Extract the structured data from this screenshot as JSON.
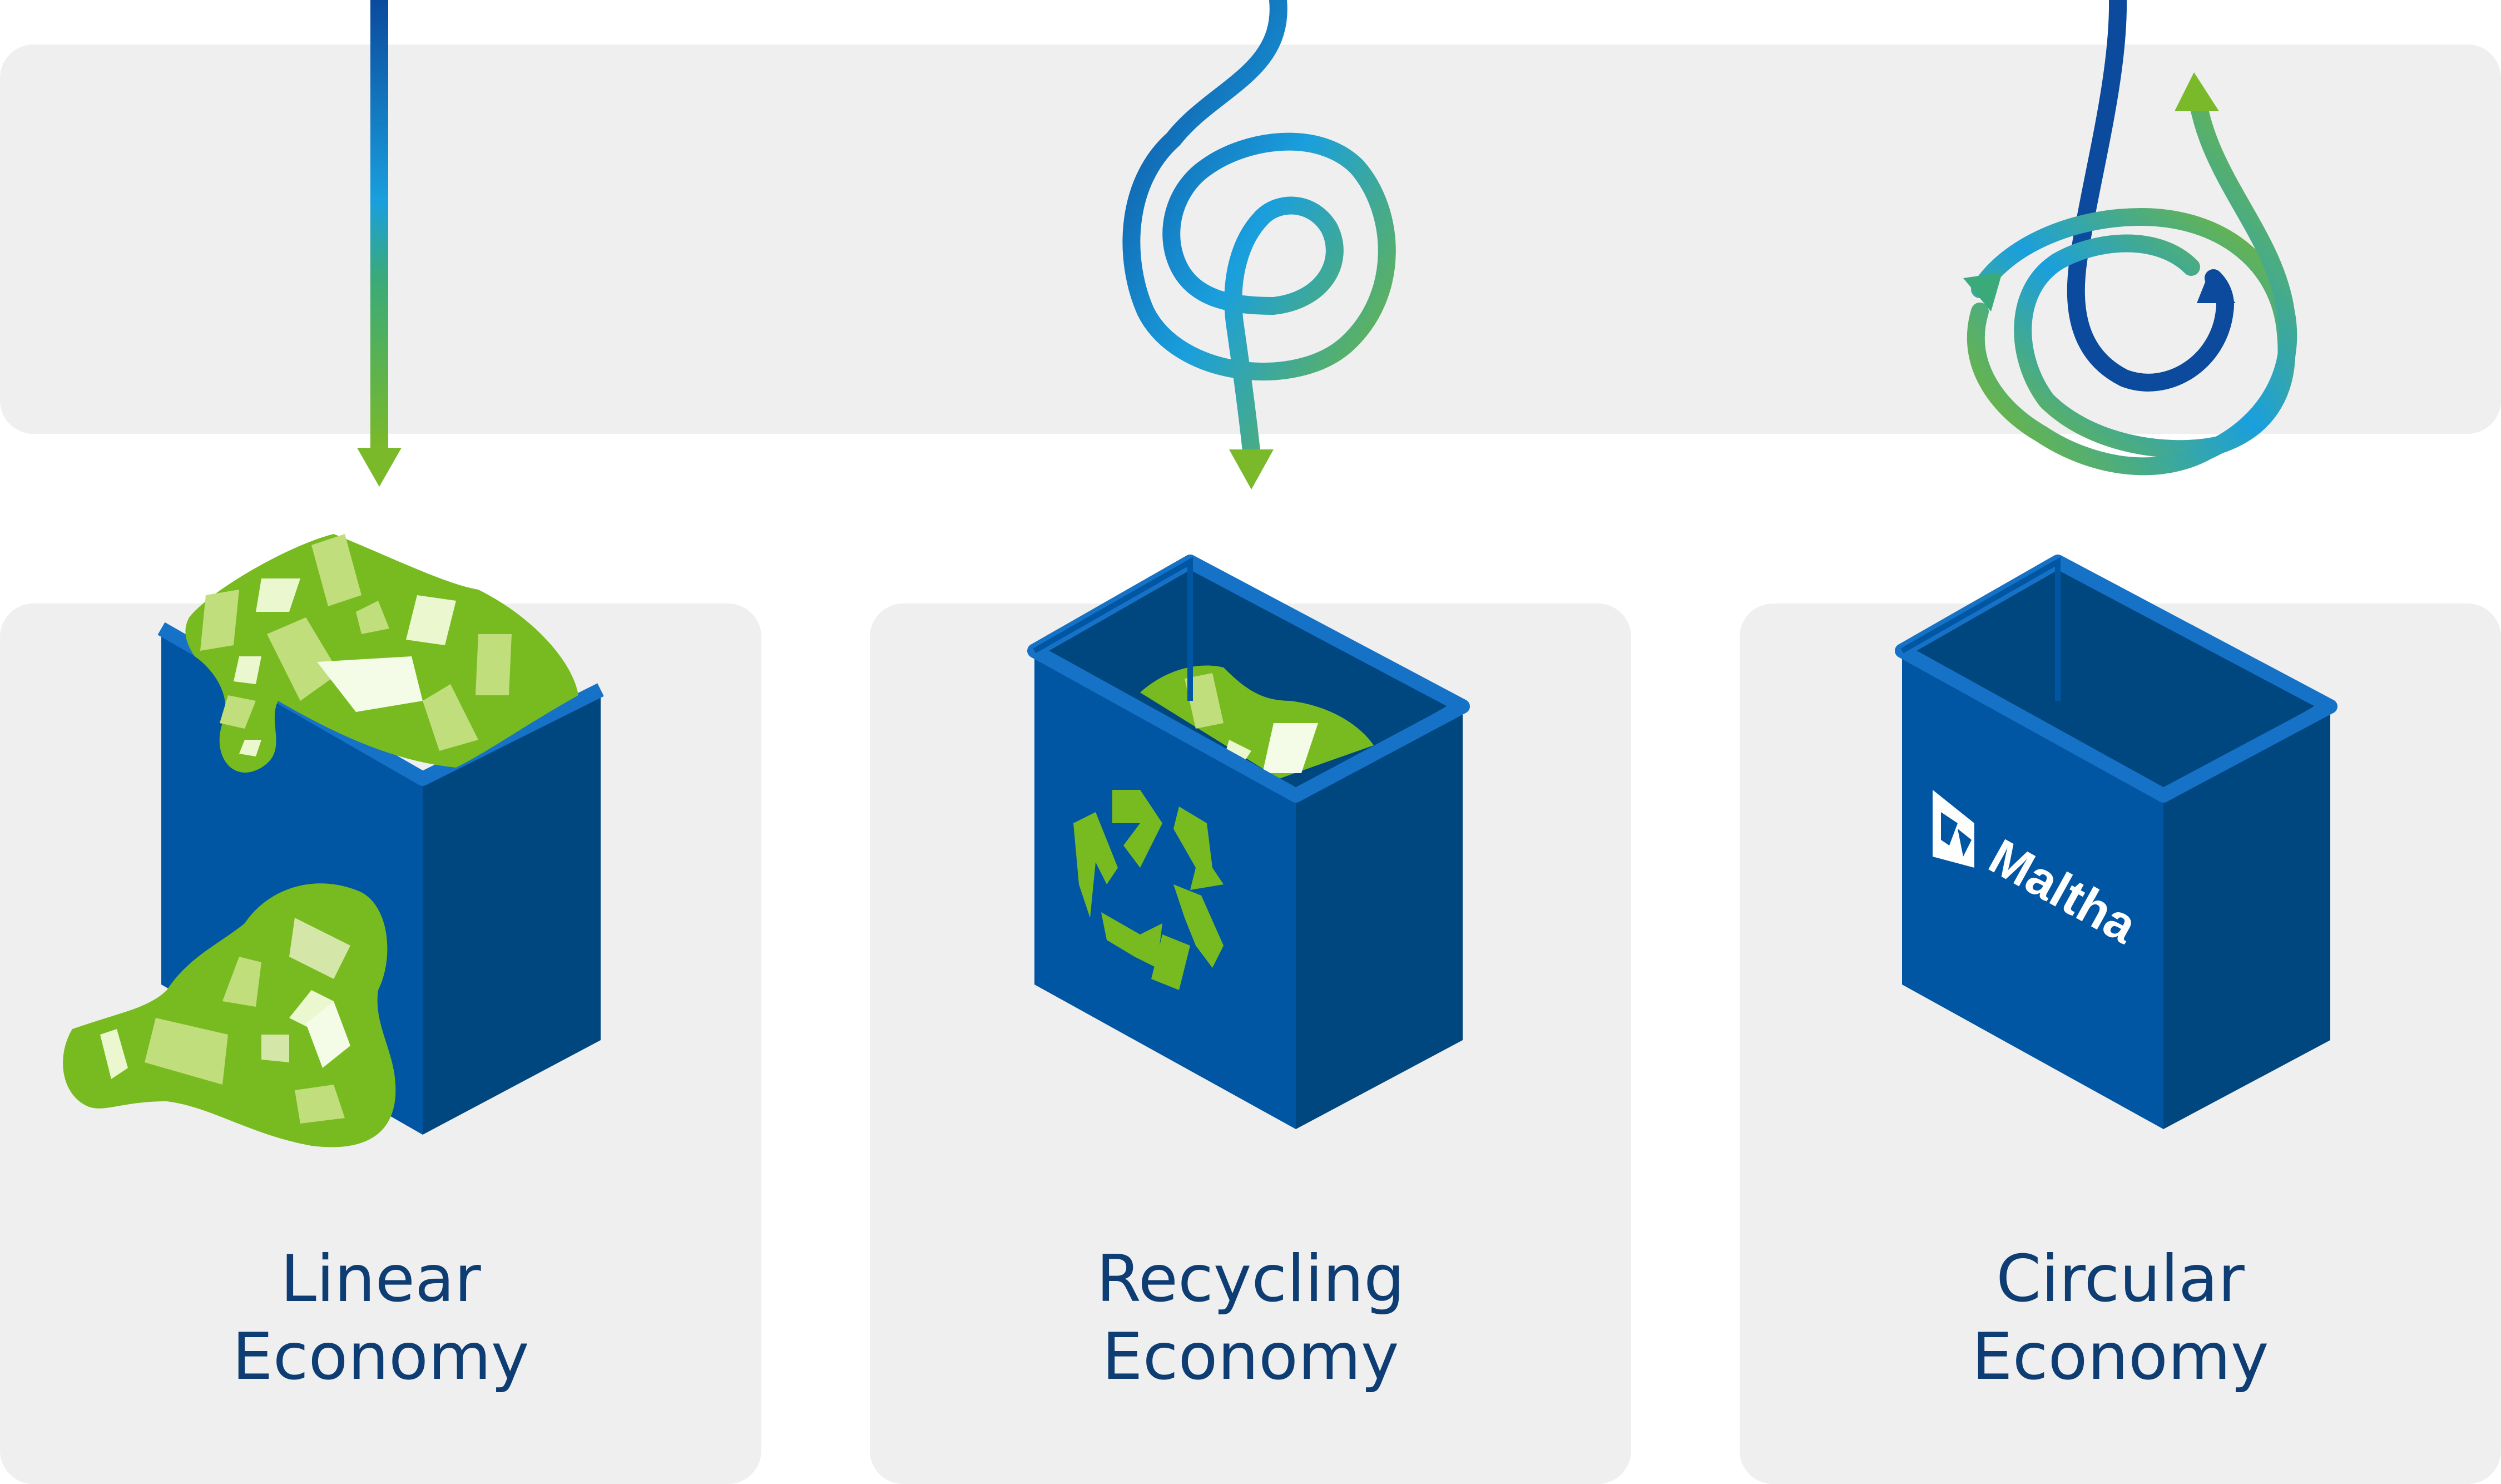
{
  "panels": [
    {
      "line1": "Linear",
      "line2": "Economy"
    },
    {
      "line1": "Recycling",
      "line2": "Economy"
    },
    {
      "line1": "Circular",
      "line2": "Economy"
    }
  ],
  "brand": {
    "logo_text": "Maltha"
  },
  "colors": {
    "band": "#efefef",
    "bin_front": "#0156a4",
    "bin_side": "#00467f",
    "bin_rim": "#1572c6",
    "waste": "#78bb20",
    "arrow_blue": "#0b4a9c",
    "arrow_cyan": "#1a9fdd",
    "arrow_green": "#7ab929",
    "text": "#0d3d73"
  }
}
